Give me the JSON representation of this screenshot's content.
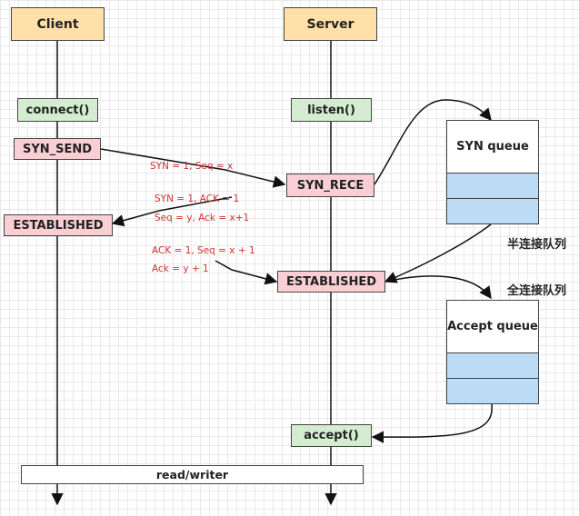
{
  "actors": {
    "client": "Client",
    "server": "Server"
  },
  "client_states": {
    "connect": "connect()",
    "syn_send": "SYN_SEND",
    "established": "ESTABLISHED"
  },
  "server_states": {
    "listen": "listen()",
    "syn_rece": "SYN_RECE",
    "established": "ESTABLISHED",
    "accept": "accept()"
  },
  "messages": {
    "syn": "SYN = 1, Seq = x",
    "synack_line1": "SYN = 1, ACK = 1",
    "synack_line2": "Seq = y, Ack = x+1",
    "ack_line1": "ACK = 1, Seq = x + 1",
    "ack_line2": "Ack = y + 1"
  },
  "queues": {
    "syn_queue": "SYN queue",
    "syn_queue_caption": "半连接队列",
    "accept_queue": "Accept queue",
    "accept_queue_caption": "全连接队列"
  },
  "shared_bar": "read/writer",
  "colors": {
    "header_fill": "#ffe0a8",
    "call_fill": "#d4ecd0",
    "state_fill": "#f9cfd3",
    "queue_slot_fill": "#bcdcf5",
    "message_text": "#d0312d"
  }
}
